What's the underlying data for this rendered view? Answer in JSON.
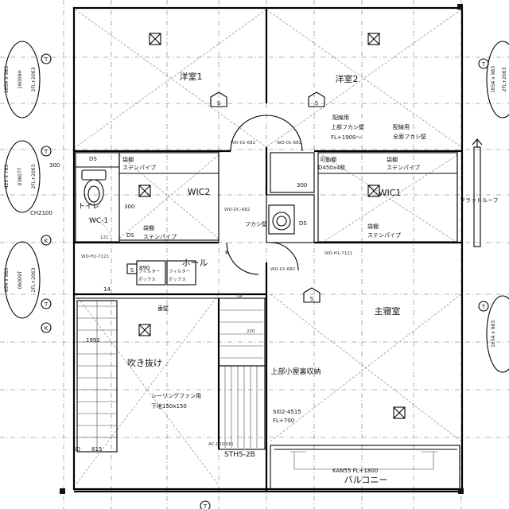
{
  "rooms": {
    "western1": "洋室1",
    "western2": "洋室2",
    "wic2": "WIC2",
    "wic1": "WIC1",
    "hall": "ホール",
    "master": "主寝室",
    "fukinuke": "吹き抜け",
    "toilet": "トイレ",
    "wc": "WC-1",
    "balcony": "バルコニー",
    "attic": "上部小屋裏収納"
  },
  "storage": {
    "shelf_left_top": "袋棚",
    "pipe_left_top": "ステンパイプ",
    "shelf_left_bottom": "袋棚",
    "pipe_left_bottom": "ステンパイプ",
    "shelf_right_top": "袋棚",
    "pipe_right_top": "ステンパイプ",
    "shelf_right_bottom": "袋棚",
    "pipe_right_bottom": "ステンパイプ",
    "movable_shelf": "可動棚",
    "movable_shelf_size": "D450x4枚"
  },
  "notes": {
    "wiring1_a": "配線用",
    "wiring1_b": "上部フカシ壁",
    "wiring1_c": "FL+1900～",
    "wiring2_a": "配線用",
    "wiring2_b": "全面フカシ壁",
    "fukashi": "フカシ壁",
    "ceiling_fan_a": "シーリングファン用",
    "ceiling_fan_b": "下地150x150",
    "stairs_code": "STHS-2B",
    "window_code_a": "SI02-4515",
    "window_code_b": "FL+700",
    "balcony_code": "KAN55 FL+1800",
    "flat_roof": "フラットルーフ",
    "drop_wall": "垂壁",
    "filter1": "フィルター",
    "filter1_sub": "ボックス",
    "filter2": "フィルター",
    "filter2_sub": "ボックス",
    "ch": "CH2100",
    "stairs_up": "UP",
    "ds": "DS"
  },
  "dims": {
    "d300_a": "300",
    "d300_b": "300",
    "d300_c": "300",
    "d121": "121",
    "d890": "890",
    "d14": "14",
    "d1992": "1992",
    "d50": "50",
    "d815": "815",
    "d220": "220"
  },
  "door_codes": {
    "wd1": "WD-01-682",
    "wd2": "WD-01-682",
    "wd3": "WD-H1-7121",
    "wd4": "WD-H1-7121",
    "wd5": "WD-DC-682",
    "wd6": "WD-01-682",
    "ac": "AC-0020(K)"
  },
  "window_tags": {
    "left_top_a": "1654 x 983",
    "left_top_b": "16009H",
    "left_top_c": "2FL+2063",
    "left_mid_a": "420 x 783",
    "left_mid_b": "03607T",
    "left_mid_c": "2FL+2063",
    "left_bot_a": "654 x 983",
    "left_bot_b": "06009T",
    "left_bot_c": "2FL+2063",
    "right_top_a": "1654 x 983",
    "right_top_b": "2FL+2063",
    "right_bot_a": "1654 x 983"
  },
  "markers": {
    "t": "T",
    "k": "K",
    "s": "S",
    "r": "R"
  }
}
